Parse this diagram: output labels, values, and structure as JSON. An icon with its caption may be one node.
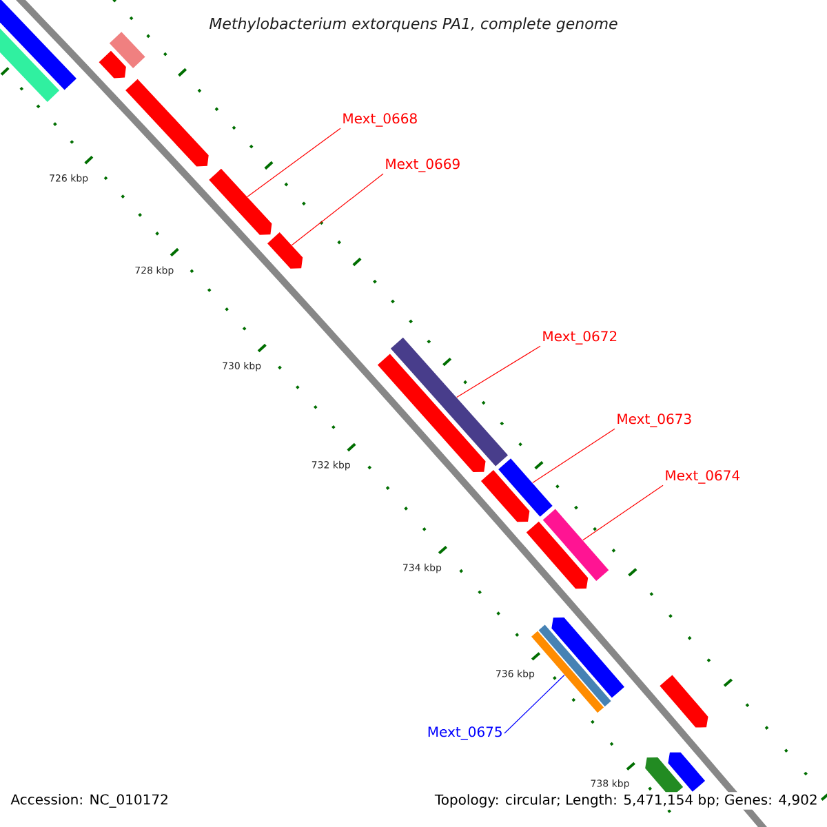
{
  "diagram": {
    "title": "Methylobacterium extorquens PA1, complete genome",
    "nodes": [
      {
        "text": [],
        "shape": "bar"
      },
      {
        "text": [],
        "shape": "bar"
      },
      {
        "text": [],
        "shape": "bar"
      },
      {
        "text": [],
        "shape": "pentagon"
      },
      {
        "text": [],
        "shape": "pentagon"
      },
      {
        "text": [
          "Mext_0668"
        ]
      },
      {
        "text": [],
        "shape": "pentagon"
      },
      {
        "text": [
          "Mext_0669"
        ]
      },
      {
        "text": [],
        "shape": "pentagon"
      },
      {
        "text": [
          "Mext_0672"
        ]
      },
      {
        "text": [],
        "shape": "bar"
      },
      {
        "text": [],
        "shape": "pentagon"
      },
      {
        "text": [
          "Mext_0673"
        ]
      },
      {
        "text": [],
        "shape": "bar"
      },
      {
        "text": [],
        "shape": "pentagon"
      },
      {
        "text": [
          "Mext_0674"
        ]
      },
      {
        "text": [],
        "shape": "bar"
      },
      {
        "text": [],
        "shape": "pentagon"
      },
      {
        "text": [],
        "shape": "pentagon"
      },
      {
        "text": [],
        "shape": "bar"
      },
      {
        "text": [],
        "shape": "bar"
      },
      {
        "text": [
          "Mext_0675"
        ]
      },
      {
        "text": [],
        "shape": "pentagon"
      },
      {
        "text": [],
        "shape": "pentagon"
      },
      {
        "text": [],
        "shape": "pentagon"
      }
    ],
    "edges": [
      {
        "from": 5,
        "to": 6,
        "arrow": "none"
      },
      {
        "from": 7,
        "to": 8,
        "arrow": "none"
      },
      {
        "from": 9,
        "to": 10,
        "arrow": "none"
      },
      {
        "from": 12,
        "to": 13,
        "arrow": "none"
      },
      {
        "from": 15,
        "to": 16,
        "arrow": "none"
      },
      {
        "from": 21,
        "to": 20,
        "arrow": "none",
        "color": "#0000ff"
      }
    ],
    "labels": [
      "726 kbp",
      "728 kbp",
      "730 kbp",
      "732 kbp",
      "734 kbp",
      "736 kbp",
      "738 kbp",
      "Accession: NC_010172",
      "Topology: circular; Length: 5,471,154 bp; Genes: 4,902"
    ]
  }
}
